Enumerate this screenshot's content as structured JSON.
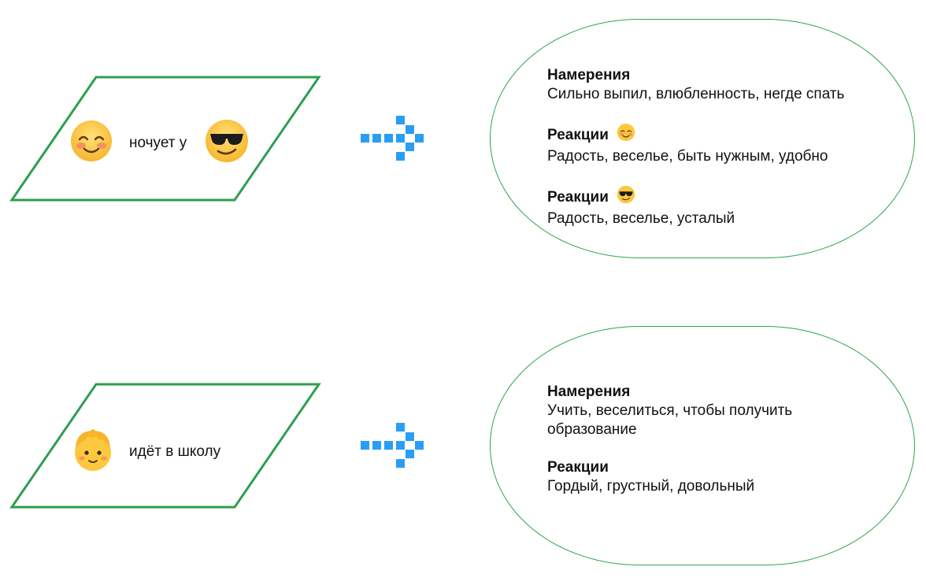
{
  "rows": [
    {
      "event": {
        "left_emoji": "smiling-face-with-smiling-eyes",
        "text": "ночует у",
        "right_emoji": "smiling-face-with-sunglasses"
      },
      "outcome": {
        "sections": [
          {
            "title": "Намерения",
            "body": "Сильно выпил, влюбленность, негде спать"
          },
          {
            "title": "Реакции",
            "emoji": "smiling-face-with-smiling-eyes",
            "body": "Радость, веселье, быть нужным, удобно"
          },
          {
            "title": "Реакции",
            "emoji": "smiling-face-with-sunglasses",
            "body": "Радость, веселье, усталый"
          }
        ]
      }
    },
    {
      "event": {
        "left_emoji": "child-face",
        "text": "идёт в школу"
      },
      "outcome": {
        "sections": [
          {
            "title": "Намерения",
            "body": "Учить, веселиться, чтобы получить образование"
          },
          {
            "title": "Реакции",
            "body": "Гордый, грустный, довольный"
          }
        ]
      }
    }
  ],
  "colors": {
    "parallelogram_stroke": "#2e9e4f",
    "bubble_stroke": "#2ea44f",
    "arrow": "#2a9df4"
  }
}
